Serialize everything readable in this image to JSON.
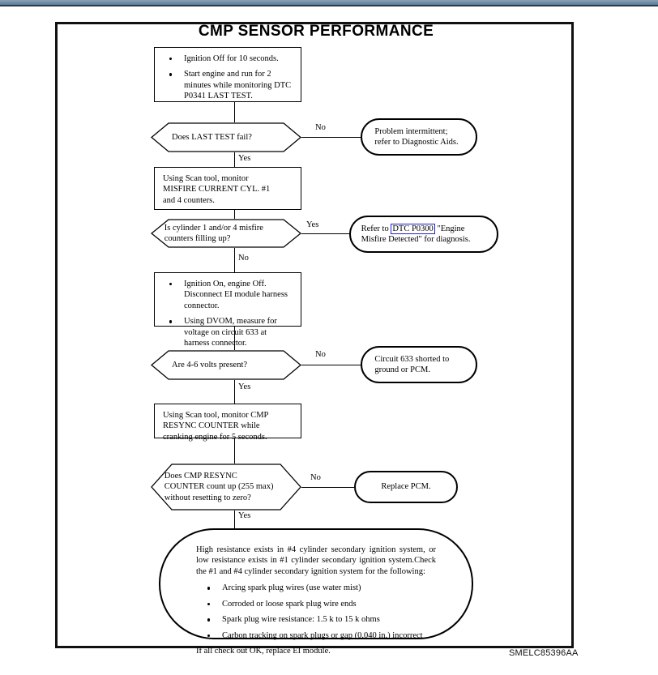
{
  "document": {
    "title": "CMP SENSOR PERFORMANCE",
    "caption": "SMELC85396AA",
    "top_bar_color": "#6d8aa6",
    "link_color": "#2222cc"
  },
  "chart_data": {
    "type": "diagram",
    "diagram_kind": "flowchart",
    "title": "CMP SENSOR PERFORMANCE",
    "nodes": [
      {
        "id": "n1",
        "shape": "process",
        "bullets": [
          "Ignition Off for 10 seconds.",
          "Start engine and run for 2 minutes while monitoring DTC P0341 LAST TEST."
        ]
      },
      {
        "id": "d1",
        "shape": "decision",
        "text": "Does LAST TEST fail?"
      },
      {
        "id": "t1",
        "shape": "terminator",
        "lines": [
          "Problem intermittent;",
          "refer to Diagnostic Aids."
        ]
      },
      {
        "id": "n2",
        "shape": "process",
        "lines": [
          "Using Scan tool, monitor",
          "MISFIRE CURRENT CYL. #1",
          "and 4 counters."
        ]
      },
      {
        "id": "d2",
        "shape": "decision",
        "lines": [
          "Is cylinder 1 and/or 4 misfire",
          "counters filling up?"
        ]
      },
      {
        "id": "t2",
        "shape": "terminator",
        "prefix": "Refer to ",
        "link": "DTC P0300",
        "suffix": " \"Engine Misfire Detected\" for diagnosis."
      },
      {
        "id": "n3",
        "shape": "process",
        "bullets": [
          "Ignition On, engine Off. Disconnect EI module harness connector.",
          "Using DVOM, measure for voltage on circuit 633 at harness connector."
        ]
      },
      {
        "id": "d3",
        "shape": "decision",
        "text": "Are 4-6 volts present?"
      },
      {
        "id": "t3",
        "shape": "terminator",
        "lines": [
          "Circuit 633 shorted to",
          "ground or PCM."
        ]
      },
      {
        "id": "n4",
        "shape": "process",
        "lines": [
          "Using Scan tool, monitor CMP",
          "RESYNC COUNTER while",
          "cranking engine for 5 seconds."
        ]
      },
      {
        "id": "d4",
        "shape": "decision",
        "lines": [
          "Does CMP RESYNC",
          "COUNTER count up (255 max)",
          "without resetting to zero?"
        ]
      },
      {
        "id": "t4",
        "shape": "terminator",
        "text": "Replace PCM."
      },
      {
        "id": "t5",
        "shape": "terminator-large",
        "intro": "High resistance exists in #4 cylinder secondary ignition system, or low resistance exists in #1 cylinder secondary ignition system.Check the #1 and #4 cylinder secondary ignition system for the following:",
        "bullets": [
          "Arcing spark plug wires (use water mist)",
          "Corroded or loose spark plug wire ends",
          "Spark plug wire resistance: 1.5 k to 15 k ohms",
          "Carbon tracking on spark plugs or gap (0.040 in.) incorrect"
        ],
        "outro": "If all check out OK, replace EI module."
      }
    ],
    "edges": [
      {
        "from": "n1",
        "to": "d1",
        "label": ""
      },
      {
        "from": "d1",
        "to": "t1",
        "label": "No"
      },
      {
        "from": "d1",
        "to": "n2",
        "label": "Yes"
      },
      {
        "from": "n2",
        "to": "d2",
        "label": ""
      },
      {
        "from": "d2",
        "to": "t2",
        "label": "Yes"
      },
      {
        "from": "d2",
        "to": "n3",
        "label": "No"
      },
      {
        "from": "n3",
        "to": "d3",
        "label": ""
      },
      {
        "from": "d3",
        "to": "t3",
        "label": "No"
      },
      {
        "from": "d3",
        "to": "n4",
        "label": "Yes"
      },
      {
        "from": "n4",
        "to": "d4",
        "label": ""
      },
      {
        "from": "d4",
        "to": "t4",
        "label": "No"
      },
      {
        "from": "d4",
        "to": "t5",
        "label": "Yes"
      }
    ]
  },
  "labels": {
    "no1": "No",
    "yes1": "Yes",
    "yes2": "Yes",
    "no2": "No",
    "no3": "No",
    "yes3": "Yes",
    "no4": "No",
    "yes4": "Yes"
  }
}
